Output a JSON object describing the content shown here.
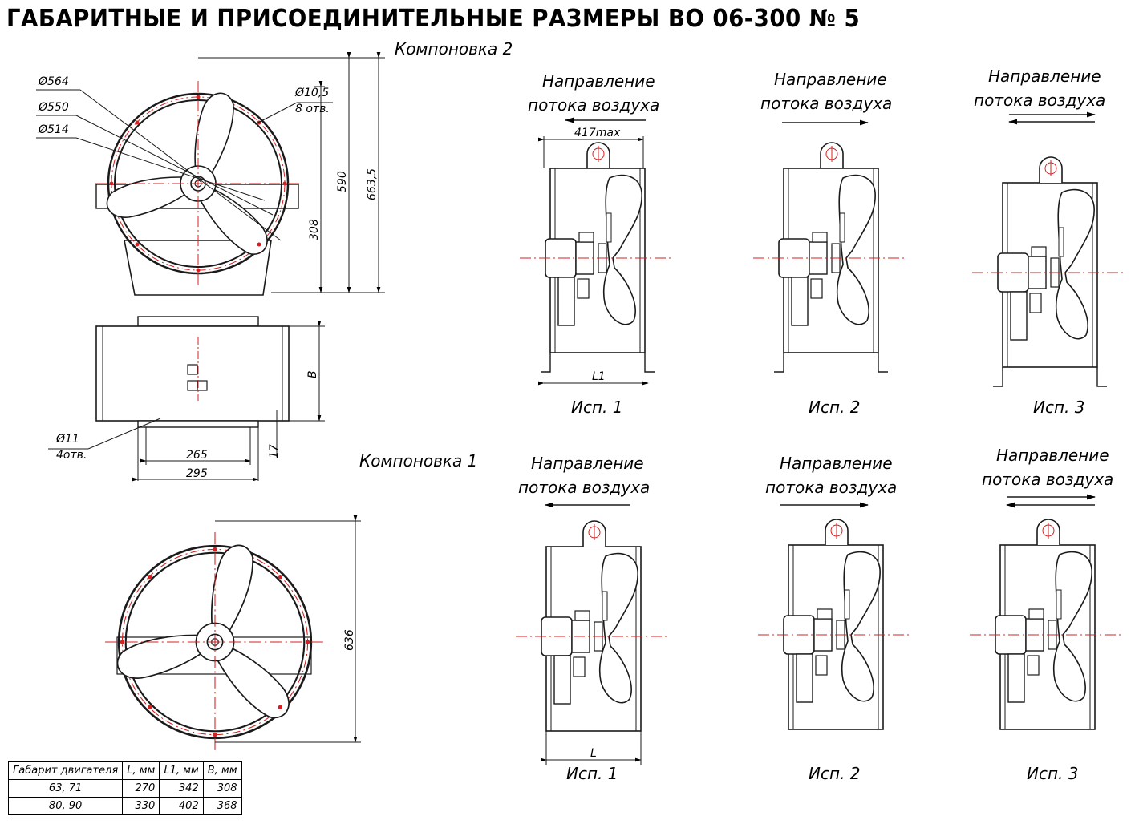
{
  "title": "ГАБАРИТНЫЕ И ПРИСОЕДИНИТЕЛЬНЫЕ РАЗМЕРЫ ВО 06-300 № 5",
  "layouts": {
    "layout2": "Компоновка 2",
    "layout1": "Компоновка 1"
  },
  "airflow_label_1": "Направление",
  "airflow_label_2": "потока воздуха",
  "variants": [
    "Исп. 1",
    "Исп. 2",
    "Исп. 3"
  ],
  "dimensions": {
    "d564": "Ø564",
    "d550": "Ø550",
    "d514": "Ø514",
    "hole_d": "Ø10,5",
    "hole_count": "8 отв.",
    "h590": "590",
    "h663": "663,5",
    "h308": "308",
    "b": "B",
    "foot_hole_d": "Ø11",
    "foot_hole_count": "4отв.",
    "w265": "265",
    "w295": "295",
    "h17": "17",
    "h636": "636",
    "max417": "417max",
    "l1": "L1",
    "l": "L"
  },
  "table": {
    "headers": [
      "Габарит двигателя",
      "L, мм",
      "L1, мм",
      "B, мм"
    ],
    "rows": [
      [
        "63, 71",
        "270",
        "342",
        "308"
      ],
      [
        "80, 90",
        "330",
        "402",
        "368"
      ]
    ]
  },
  "colors": {
    "line": "#1a1a1a",
    "center_line": "#d42020"
  }
}
